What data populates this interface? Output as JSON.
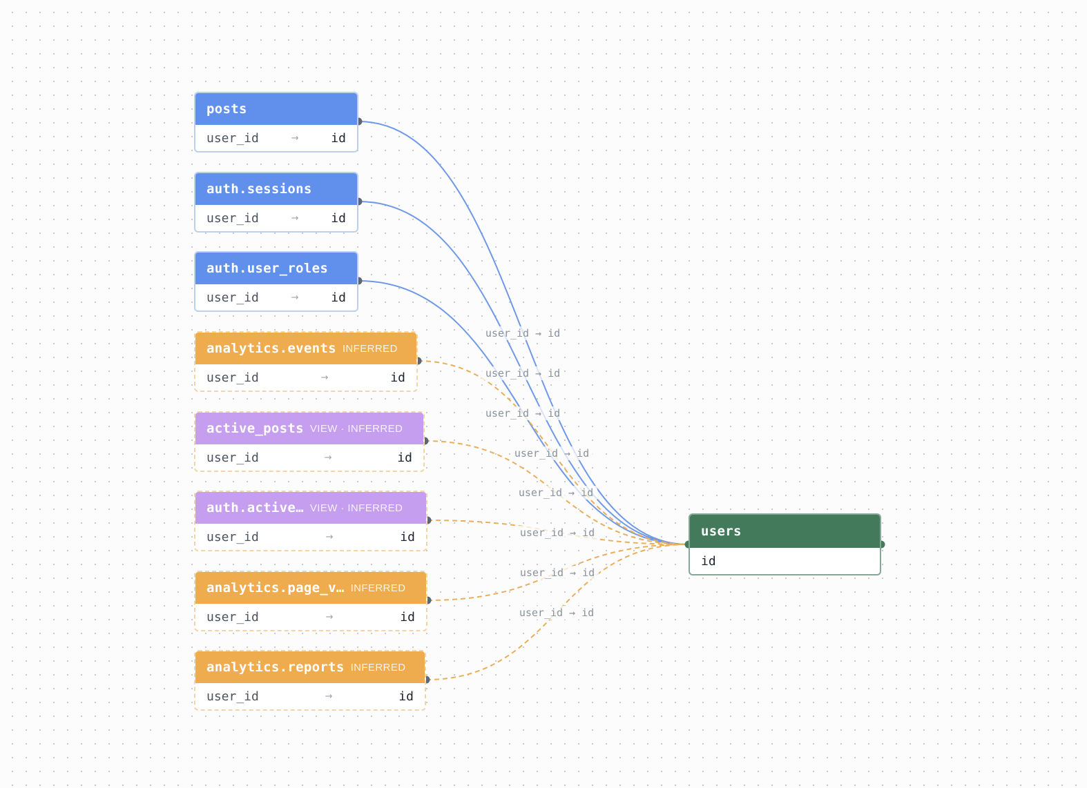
{
  "target": {
    "name": "users",
    "column": "id"
  },
  "sources": [
    {
      "name": "posts",
      "kind": "table",
      "badge": "",
      "from_col": "user_id",
      "arrow": "→",
      "to_col": "id"
    },
    {
      "name": "auth.sessions",
      "kind": "table",
      "badge": "",
      "from_col": "user_id",
      "arrow": "→",
      "to_col": "id"
    },
    {
      "name": "auth.user_roles",
      "kind": "table",
      "badge": "",
      "from_col": "user_id",
      "arrow": "→",
      "to_col": "id"
    },
    {
      "name": "analytics.events",
      "kind": "inferred",
      "badge": "INFERRED",
      "from_col": "user_id",
      "arrow": "→",
      "to_col": "id"
    },
    {
      "name": "active_posts",
      "kind": "view",
      "badge": "VIEW · INFERRED",
      "from_col": "user_id",
      "arrow": "→",
      "to_col": "id"
    },
    {
      "name": "auth.active…",
      "kind": "view",
      "badge": "VIEW · INFERRED",
      "from_col": "user_id",
      "arrow": "→",
      "to_col": "id"
    },
    {
      "name": "analytics.page_v…",
      "kind": "inferred",
      "badge": "INFERRED",
      "from_col": "user_id",
      "arrow": "→",
      "to_col": "id"
    },
    {
      "name": "analytics.reports",
      "kind": "inferred",
      "badge": "INFERRED",
      "from_col": "user_id",
      "arrow": "→",
      "to_col": "id"
    }
  ],
  "edge_labels": [
    "user_id → id",
    "user_id → id",
    "user_id → id",
    "user_id → id",
    "user_id → id",
    "user_id → id",
    "user_id → id",
    "user_id → id"
  ],
  "colors": {
    "table_header": "#6090ec",
    "inferred_header": "#eeac4e",
    "view_header": "#c59ef0",
    "target_header": "#447a5c",
    "edge_table": "#6f99e6",
    "edge_inferred": "#eaae5a",
    "handle": "#5d6675"
  }
}
